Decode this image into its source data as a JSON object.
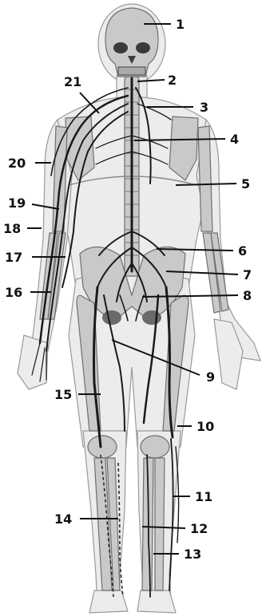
{
  "labels": [
    {
      "id": "1",
      "text": "1"
    },
    {
      "id": "2",
      "text": "2"
    },
    {
      "id": "3",
      "text": "3"
    },
    {
      "id": "4",
      "text": "4"
    },
    {
      "id": "5",
      "text": "5"
    },
    {
      "id": "6",
      "text": "6"
    },
    {
      "id": "7",
      "text": "7"
    },
    {
      "id": "8",
      "text": "8"
    },
    {
      "id": "9",
      "text": "9"
    },
    {
      "id": "10",
      "text": "10"
    },
    {
      "id": "11",
      "text": "11"
    },
    {
      "id": "12",
      "text": "12"
    },
    {
      "id": "13",
      "text": "13"
    },
    {
      "id": "14",
      "text": "14"
    },
    {
      "id": "15",
      "text": "15"
    },
    {
      "id": "16",
      "text": "16"
    },
    {
      "id": "17",
      "text": "17"
    },
    {
      "id": "18",
      "text": "18"
    },
    {
      "id": "19",
      "text": "19"
    },
    {
      "id": "20",
      "text": "20"
    },
    {
      "id": "21",
      "text": "21"
    }
  ]
}
